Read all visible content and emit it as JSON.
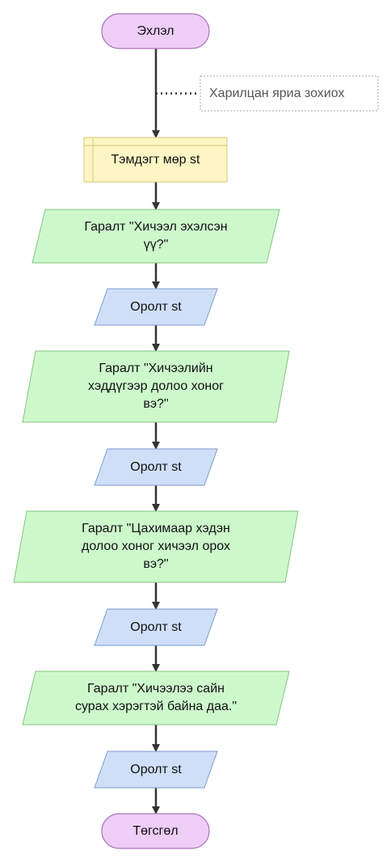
{
  "colors": {
    "terminal_fill": "#eecdf6",
    "terminal_stroke": "#a874b9",
    "declare_fill": "#fdf6c4",
    "declare_stroke": "#d8c67a",
    "output_fill": "#cdf8cc",
    "output_stroke": "#84c581",
    "input_fill": "#cfdff8",
    "input_stroke": "#7b9bce",
    "arrow": "#333333",
    "comment_border": "#aaaaaa",
    "comment_text": "#555555"
  },
  "nodes": [
    {
      "id": "start",
      "kind": "terminal",
      "lines": [
        "Эхлэл"
      ]
    },
    {
      "id": "comment",
      "kind": "comment",
      "lines": [
        "Харилцан яриа зохиох"
      ]
    },
    {
      "id": "declare",
      "kind": "declare",
      "lines": [
        "Тэмдэгт мөр st"
      ]
    },
    {
      "id": "out1",
      "kind": "output",
      "lines": [
        "Гаралт \"Хичээл эхэлсэн",
        "үү?\""
      ]
    },
    {
      "id": "in1",
      "kind": "input",
      "lines": [
        "Оролт st"
      ]
    },
    {
      "id": "out2",
      "kind": "output",
      "lines": [
        "Гаралт \"Хичээлийн",
        "хэддүгээр долоо хоног",
        "вэ?\""
      ]
    },
    {
      "id": "in2",
      "kind": "input",
      "lines": [
        "Оролт st"
      ]
    },
    {
      "id": "out3",
      "kind": "output",
      "lines": [
        "Гаралт \"Цахимаар хэдэн",
        "долоо хоног хичээл орох",
        "вэ?\""
      ]
    },
    {
      "id": "in3",
      "kind": "input",
      "lines": [
        "Оролт st"
      ]
    },
    {
      "id": "out4",
      "kind": "output",
      "lines": [
        "Гаралт \"Хичээлээ сайн",
        "сурах хэрэгтэй байна даа.\""
      ]
    },
    {
      "id": "in4",
      "kind": "input",
      "lines": [
        "Оролт st"
      ]
    },
    {
      "id": "end",
      "kind": "terminal",
      "lines": [
        "Төгсгөл"
      ]
    }
  ]
}
